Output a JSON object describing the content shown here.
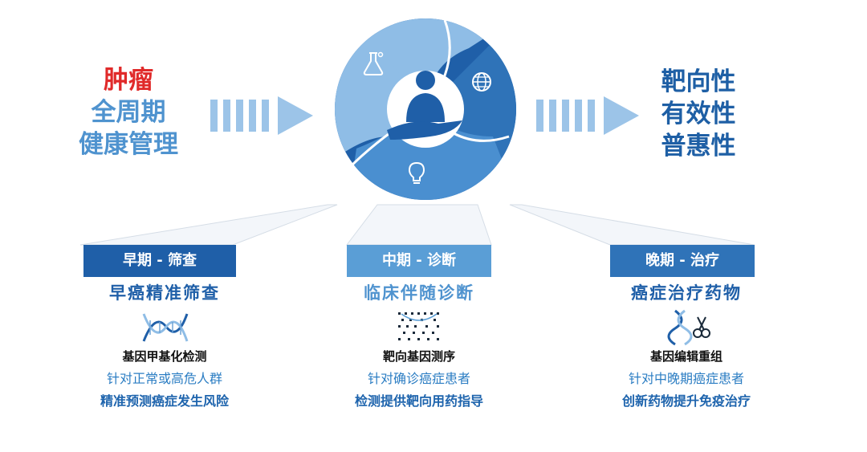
{
  "left_title": {
    "line1": "肿瘤",
    "line2": "全周期",
    "line3": "健康管理"
  },
  "right_title": {
    "line1": "靶向性",
    "line2": "有效性",
    "line3": "普惠性"
  },
  "colors": {
    "red": "#e02a2a",
    "light_blue": "#5a9ed6",
    "mid_blue": "#2f73b8",
    "dark_blue": "#1e5fa5"
  },
  "icons": [
    "flask-icon",
    "globe-icon",
    "lightbulb-icon",
    "person-hand-icon",
    "dna-icon",
    "sequencing-icon",
    "dna-scissors-icon"
  ],
  "stages": [
    {
      "label": "早期 - 筛查",
      "subtitle": "早癌精准筛查",
      "icon": "dna-icon",
      "method": "基因甲基化检测",
      "line1": "针对正常或高危人群",
      "line2": "精准预测癌症发生风险"
    },
    {
      "label": "中期 - 诊断",
      "subtitle": "临床伴随诊断",
      "icon": "sequencing-icon",
      "method": "靶向基因测序",
      "line1": "针对确诊癌症患者",
      "line2": "检测提供靶向用药指导"
    },
    {
      "label": "晚期 - 治疗",
      "subtitle": "癌症治疗药物",
      "icon": "dna-scissors-icon",
      "method": "基因编辑重组",
      "line1": "针对中晚期癌症患者",
      "line2": "创新药物提升免疫治疗"
    }
  ]
}
